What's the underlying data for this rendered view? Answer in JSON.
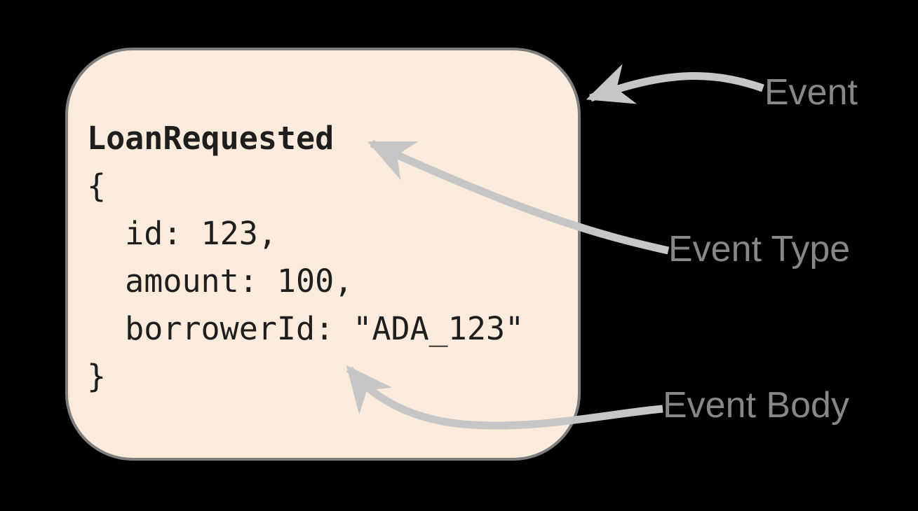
{
  "diagram": {
    "card": {
      "event_type": "LoanRequested",
      "body_lines": [
        "{",
        "  id: 123,",
        "  amount: 100,",
        "  borrowerId: \"ADA_123\"",
        "}"
      ]
    },
    "labels": [
      {
        "id": "event",
        "text": "Event"
      },
      {
        "id": "event-type",
        "text": "Event Type"
      },
      {
        "id": "event-body",
        "text": "Event Body"
      }
    ],
    "colors": {
      "page_background": "#000000",
      "card_background": "#FAEBDC",
      "card_border": "#7E7E7E",
      "arrow": "#C6C6C6",
      "label_text": "#878787",
      "code_text": "#1E1E1E"
    }
  }
}
